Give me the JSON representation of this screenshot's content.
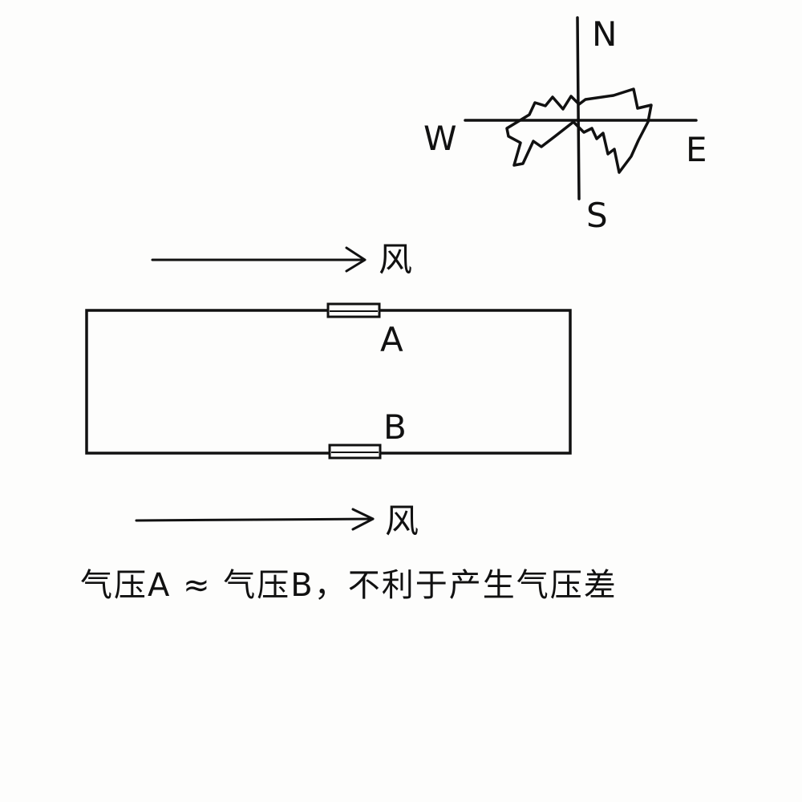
{
  "compass": {
    "north": "N",
    "south": "S",
    "east": "E",
    "west": "W"
  },
  "wind": {
    "top_label": "风",
    "bottom_label": "风"
  },
  "points": {
    "a": "A",
    "b": "B"
  },
  "caption": "气压A ≈ 气压B，不利于产生气压差"
}
